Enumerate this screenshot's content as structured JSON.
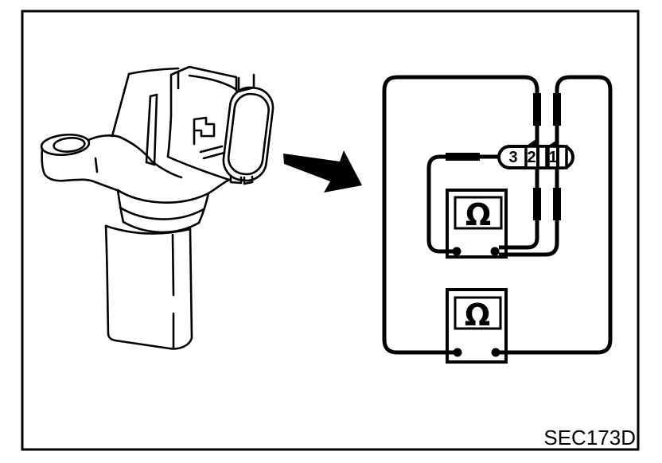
{
  "figure": {
    "code_label": "SEC173D",
    "pins": [
      "3",
      "2",
      "1"
    ],
    "ohm_symbol": "Ω",
    "colors": {
      "line": "#000000",
      "background": "#ffffff"
    }
  }
}
